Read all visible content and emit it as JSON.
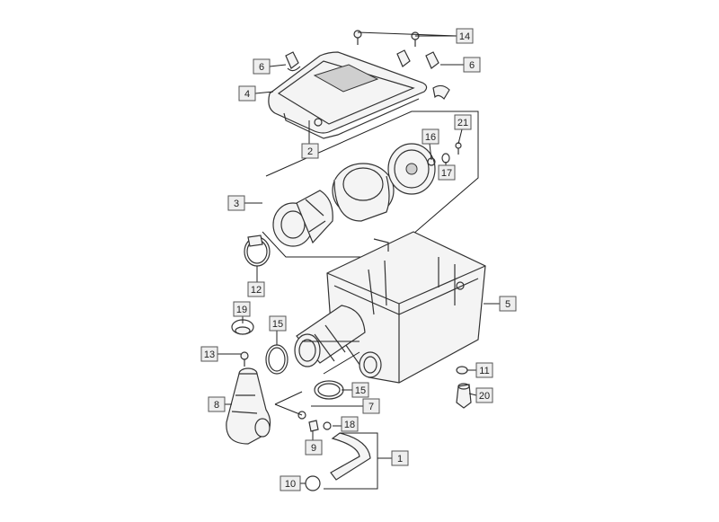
{
  "diagram": {
    "callouts": [
      {
        "id": "c14",
        "label": "14"
      },
      {
        "id": "c6a",
        "label": "6"
      },
      {
        "id": "c6b",
        "label": "6"
      },
      {
        "id": "c4",
        "label": "4"
      },
      {
        "id": "c2",
        "label": "2"
      },
      {
        "id": "c21",
        "label": "21"
      },
      {
        "id": "c16",
        "label": "16"
      },
      {
        "id": "c17",
        "label": "17"
      },
      {
        "id": "c3",
        "label": "3"
      },
      {
        "id": "c12",
        "label": "12"
      },
      {
        "id": "c5",
        "label": "5"
      },
      {
        "id": "c19",
        "label": "19"
      },
      {
        "id": "c15a",
        "label": "15"
      },
      {
        "id": "c13",
        "label": "13"
      },
      {
        "id": "c11",
        "label": "11"
      },
      {
        "id": "c15b",
        "label": "15"
      },
      {
        "id": "c20",
        "label": "20"
      },
      {
        "id": "c8",
        "label": "8"
      },
      {
        "id": "c7",
        "label": "7"
      },
      {
        "id": "c18",
        "label": "18"
      },
      {
        "id": "c9",
        "label": "9"
      },
      {
        "id": "c1",
        "label": "1"
      },
      {
        "id": "c10",
        "label": "10"
      }
    ]
  }
}
